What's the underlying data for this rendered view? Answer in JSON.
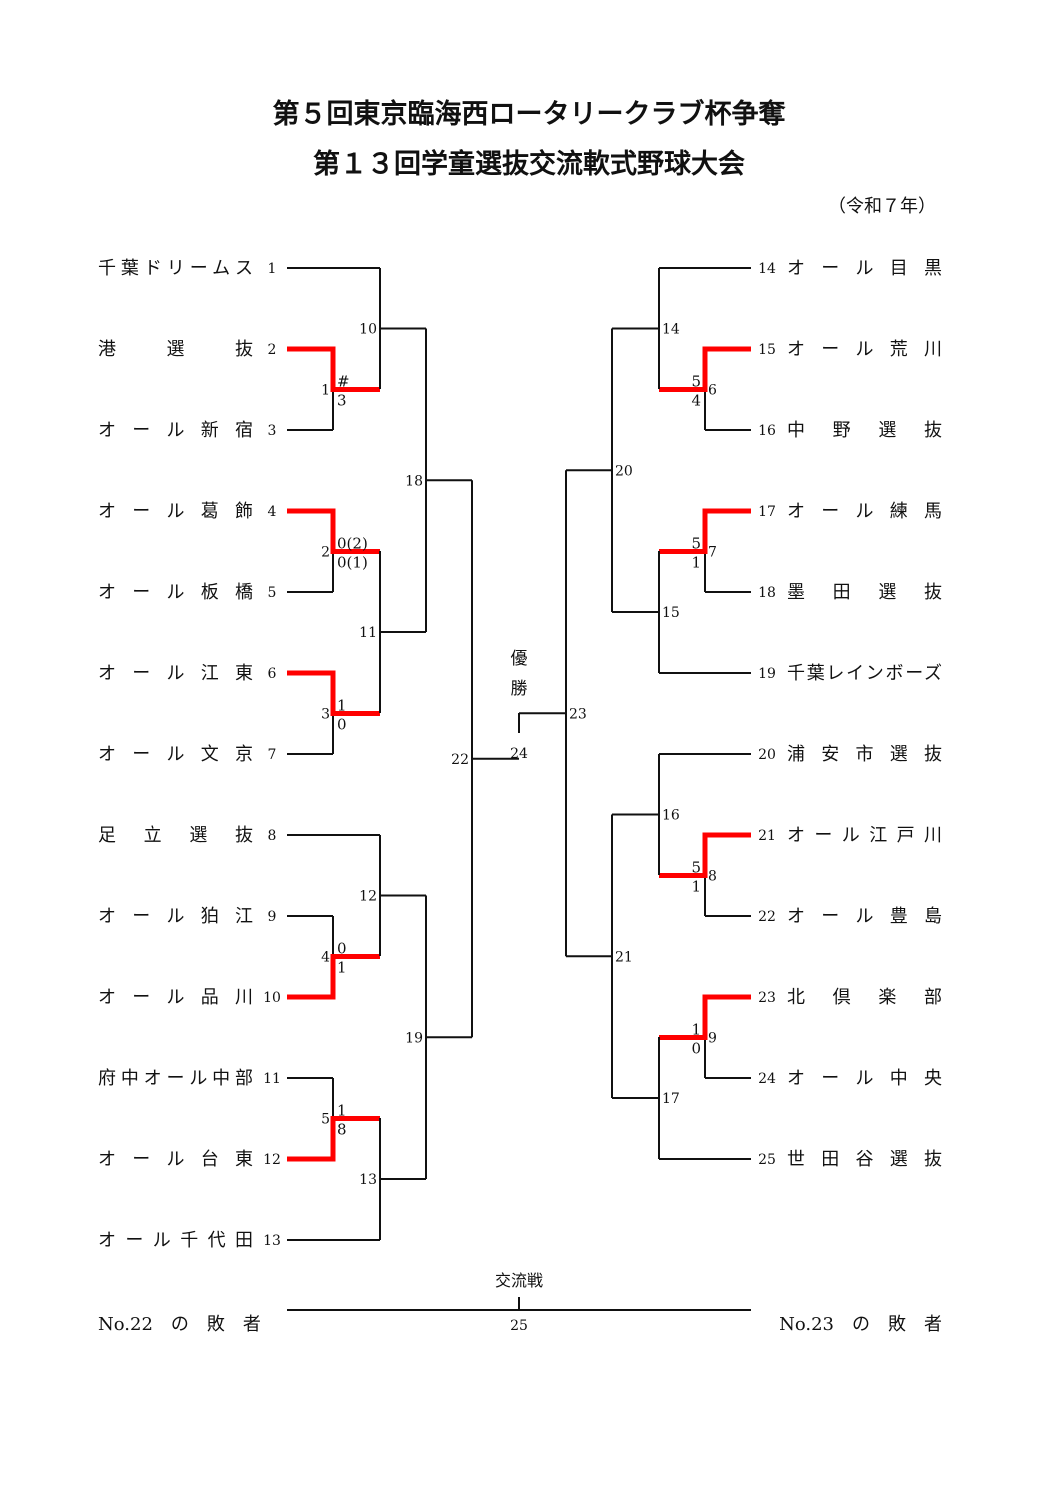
{
  "title_line1": "第５回東京臨海西ロータリークラブ杯争奪",
  "title_line2": "第１３回学童選抜交流軟式野球大会",
  "year": "（令和７年）",
  "colors": {
    "winner": "#ff0000",
    "line": "#111111"
  },
  "left_teams": [
    {
      "no": "1",
      "name": "千葉ドリームス"
    },
    {
      "no": "2",
      "name": "港　選　抜"
    },
    {
      "no": "3",
      "name": "オール新宿"
    },
    {
      "no": "4",
      "name": "オール葛飾"
    },
    {
      "no": "5",
      "name": "オール板橋"
    },
    {
      "no": "6",
      "name": "オール江東"
    },
    {
      "no": "7",
      "name": "オール文京"
    },
    {
      "no": "8",
      "name": "足立選抜"
    },
    {
      "no": "9",
      "name": "オール狛江"
    },
    {
      "no": "10",
      "name": "オール品川"
    },
    {
      "no": "11",
      "name": "府中オール中部"
    },
    {
      "no": "12",
      "name": "オール台東"
    },
    {
      "no": "13",
      "name": "オール千代田"
    }
  ],
  "right_teams": [
    {
      "no": "14",
      "name": "オール目黒"
    },
    {
      "no": "15",
      "name": "オール荒川"
    },
    {
      "no": "16",
      "name": "中野選抜"
    },
    {
      "no": "17",
      "name": "オール練馬"
    },
    {
      "no": "18",
      "name": "墨田選抜"
    },
    {
      "no": "19",
      "name": "千葉レインボーズ"
    },
    {
      "no": "20",
      "name": "浦安市選抜"
    },
    {
      "no": "21",
      "name": "オール江戸川"
    },
    {
      "no": "22",
      "name": "オール豊島"
    },
    {
      "no": "23",
      "name": "北倶楽部"
    },
    {
      "no": "24",
      "name": "オール中央"
    },
    {
      "no": "25",
      "name": "世田谷選抜"
    }
  ],
  "matches": {
    "1": {
      "label": "1",
      "top": "#",
      "bottom": "3"
    },
    "2": {
      "label": "2",
      "top": "0(2)",
      "bottom": "0(1)"
    },
    "3": {
      "label": "3",
      "top": "1",
      "bottom": "0"
    },
    "4": {
      "label": "4",
      "top": "0",
      "bottom": "1"
    },
    "5": {
      "label": "5",
      "top": "1",
      "bottom": "8"
    },
    "6": {
      "label": "6",
      "top": "5",
      "bottom": "4"
    },
    "7": {
      "label": "7",
      "top": "5",
      "bottom": "1"
    },
    "8": {
      "label": "8",
      "top": "5",
      "bottom": "1"
    },
    "9": {
      "label": "9",
      "top": "1",
      "bottom": "0"
    },
    "10": {
      "label": "10"
    },
    "11": {
      "label": "11"
    },
    "12": {
      "label": "12"
    },
    "13": {
      "label": "13"
    },
    "14": {
      "label": "14"
    },
    "15": {
      "label": "15"
    },
    "16": {
      "label": "16"
    },
    "17": {
      "label": "17"
    },
    "18": {
      "label": "18"
    },
    "19": {
      "label": "19"
    },
    "20": {
      "label": "20"
    },
    "21": {
      "label": "21"
    },
    "22": {
      "label": "22"
    },
    "23": {
      "label": "23"
    },
    "24": {
      "label": "24"
    }
  },
  "final_label": [
    "優",
    "勝"
  ],
  "exchange": {
    "label": "交流戦",
    "match_no": "25",
    "left": "No.22　の　敗　者",
    "right": "No.23　の　敗　者"
  }
}
